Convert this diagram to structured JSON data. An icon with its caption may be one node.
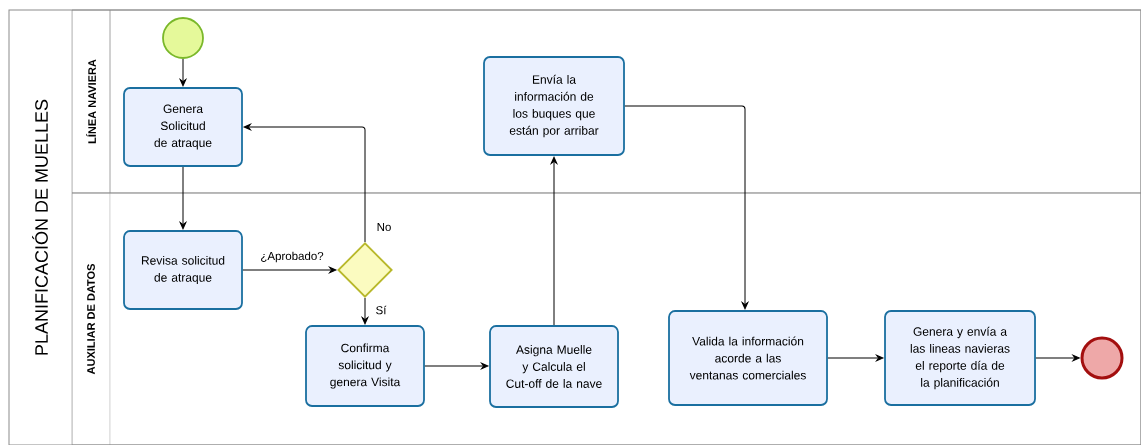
{
  "diagram": {
    "nodes": [
      {
        "text": [
          "PLANIFICACIÓN DE MUELLES"
        ]
      },
      {
        "text": [
          "LÍNEA NAVIERA"
        ],
        "in": 0
      },
      {
        "text": [
          "AUXILIAR DE DATOS"
        ],
        "in": 0
      },
      {
        "text": [],
        "shape": "circle",
        "in": 1
      },
      {
        "text": [
          "Genera Solicitud de atraque"
        ],
        "in": 1
      },
      {
        "text": [
          "Envía la información de los buques que están por arribar"
        ],
        "in": 1
      },
      {
        "text": [
          "Revisa solicitud de atraque"
        ],
        "in": 2
      },
      {
        "text": [],
        "shape": "diamond",
        "in": 2
      },
      {
        "text": [
          "Confirma solicitud y genera Visita"
        ],
        "in": 2
      },
      {
        "text": [
          "Asigna Muelle y Calcula el Cut-off de la nave"
        ],
        "in": 2
      },
      {
        "text": [
          "Valida la información acorde a las ventanas comerciales"
        ],
        "in": 2
      },
      {
        "text": [
          "Genera y envía a las lineas navieras el reporte día de la planificación"
        ],
        "in": 2
      },
      {
        "text": [],
        "shape": "circle",
        "in": 2
      }
    ],
    "edges": [
      {
        "from": 3,
        "to": 4,
        "arrow": "to"
      },
      {
        "from": 4,
        "to": 6,
        "arrow": "to"
      },
      {
        "from": 6,
        "to": 7,
        "arrow": "to",
        "label": "¿Aprobado?"
      },
      {
        "from": 7,
        "to": 4,
        "arrow": "to",
        "label": "No"
      },
      {
        "from": 7,
        "to": 8,
        "arrow": "to",
        "label": "Sí"
      },
      {
        "from": 8,
        "to": 9,
        "arrow": "to"
      },
      {
        "from": 9,
        "to": 5,
        "arrow": "to"
      },
      {
        "from": 5,
        "to": 10,
        "arrow": "to"
      },
      {
        "from": 10,
        "to": 11,
        "arrow": "to"
      },
      {
        "from": 11,
        "to": 12,
        "arrow": "to"
      }
    ]
  }
}
